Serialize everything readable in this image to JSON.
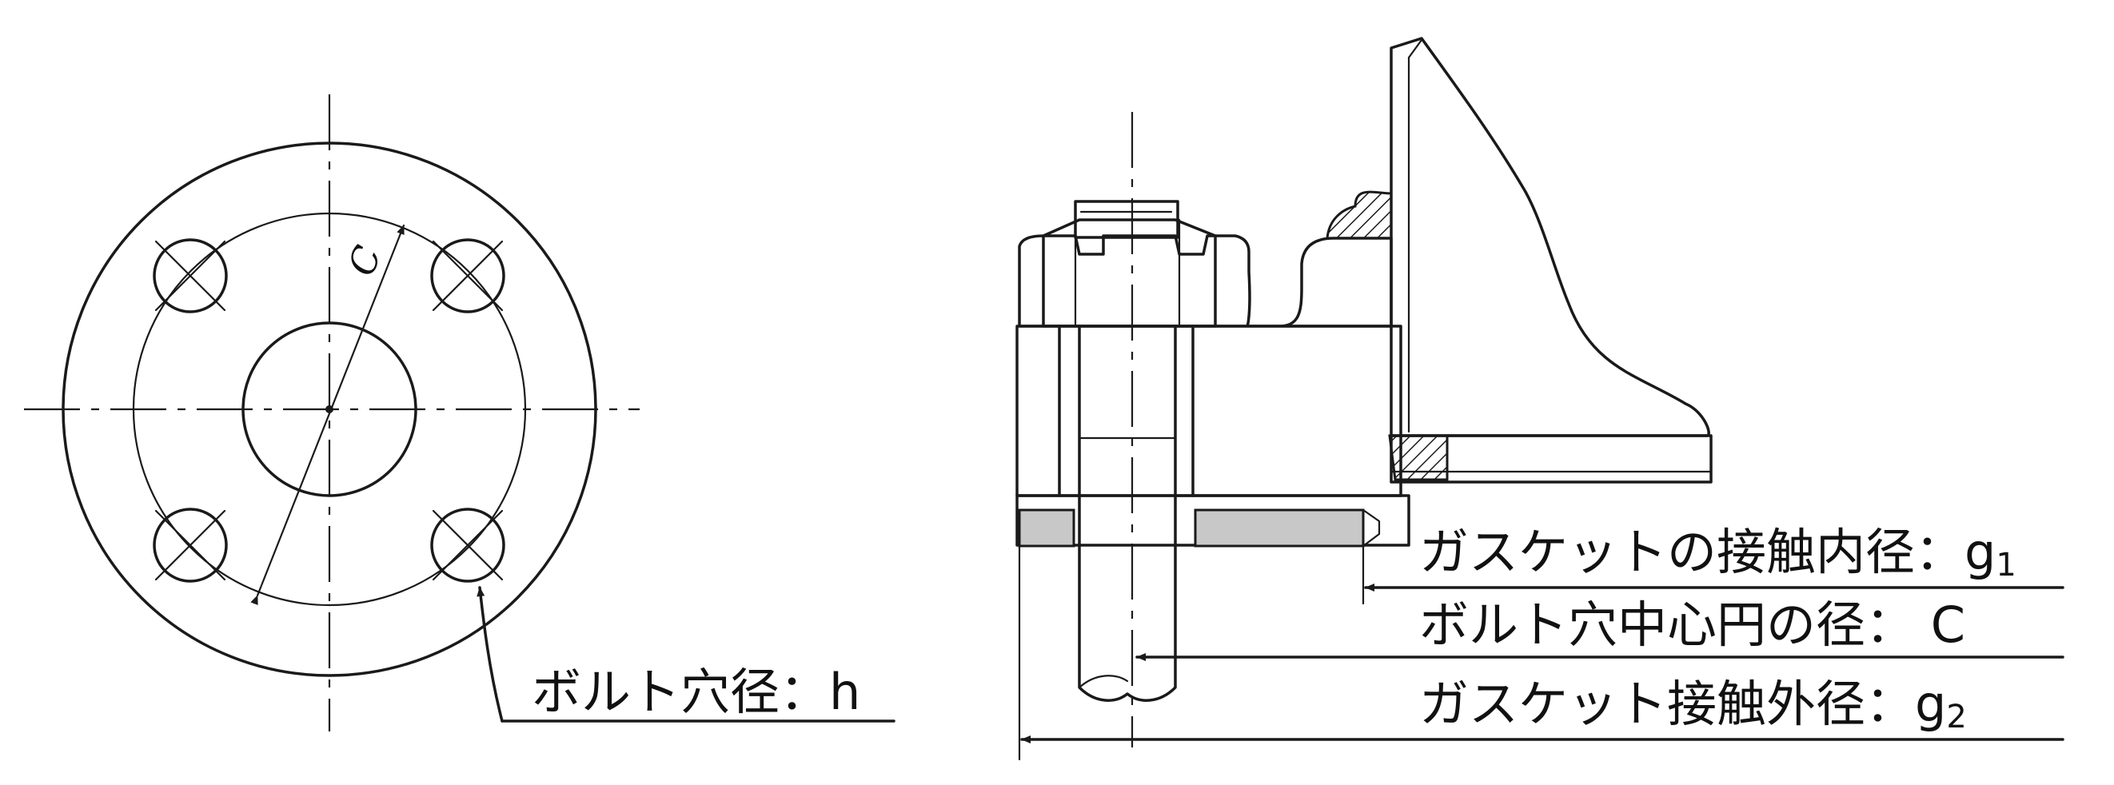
{
  "labels": {
    "bolt_hole_diameter": "ボルト穴径：h",
    "gasket_inner_prefix": "ガスケットの接触内径：g",
    "gasket_inner_sub": "1",
    "bolt_circle_diameter": "ボルト穴中心円の径： C",
    "gasket_outer_prefix": "ガスケット接触外径：g",
    "gasket_outer_sub": "2",
    "dimension_symbol_c": "C"
  },
  "colors": {
    "line": "#1a1a1a",
    "gasket_fill": "#c8c8c8",
    "hatch": "#1a1a1a",
    "background": "#ffffff"
  }
}
